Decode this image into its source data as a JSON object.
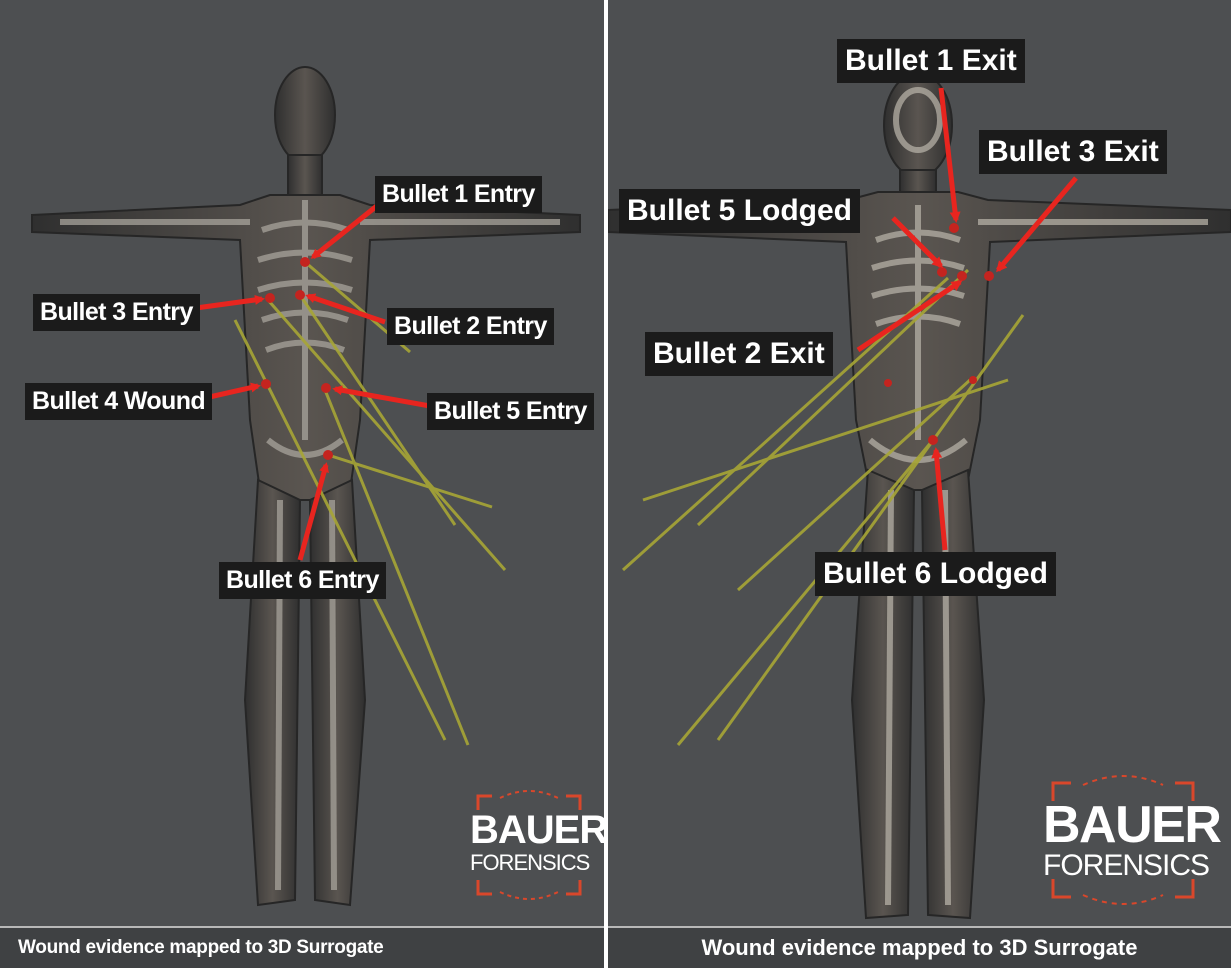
{
  "panels": [
    {
      "caption": "Wound evidence mapped to 3D Surrogate",
      "labels": [
        "Bullet 1 Entry",
        "Bullet 3 Entry",
        "Bullet 2 Entry",
        "Bullet 4 Wound",
        "Bullet 5 Entry",
        "Bullet 6 Entry"
      ],
      "logo": {
        "line1": "BAUER",
        "line2": "FORENSICS"
      }
    },
    {
      "caption": "Wound evidence mapped to 3D Surrogate",
      "labels": [
        "Bullet 1 Exit",
        "Bullet 3 Exit",
        "Bullet 5 Lodged",
        "Bullet 2 Exit",
        "Bullet 6 Lodged"
      ],
      "logo": {
        "line1": "BAUER",
        "line2": "FORENSICS"
      }
    }
  ],
  "colors": {
    "background": "#4d4f51",
    "label_background": "#1b1b1b",
    "arrow": "#e8251f",
    "trajectory_rod": "#a7a636",
    "logo_accent": "#d9472b"
  }
}
